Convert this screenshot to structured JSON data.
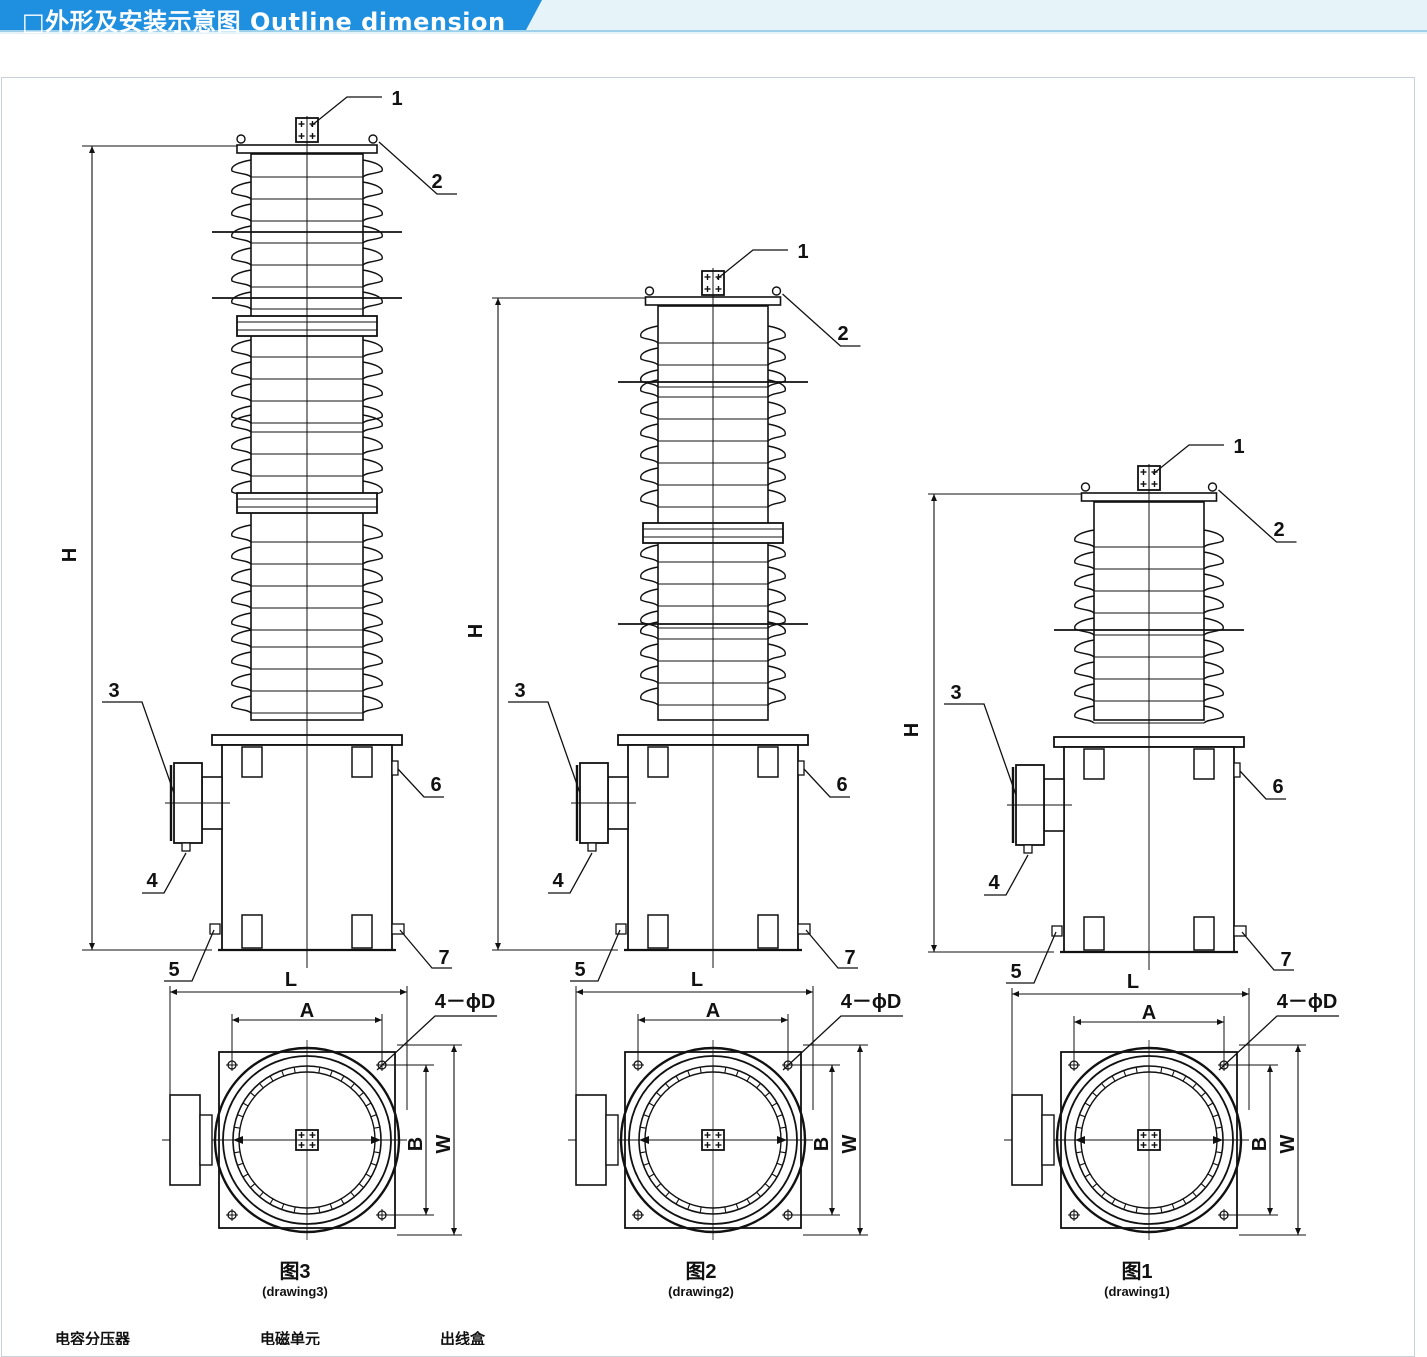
{
  "header": {
    "title": "□外形及安装示意图 Outline dimension",
    "accent_color": "#1f8fe0",
    "light_color": "#e6f3f9"
  },
  "drawings": [
    {
      "id": "drawing3",
      "caption": "图3",
      "subcaption": "(drawing3)",
      "callouts": [
        "1",
        "2",
        "3",
        "4",
        "5",
        "6",
        "7"
      ],
      "dimensions": {
        "height": "H",
        "length": "L",
        "a": "A",
        "b": "B",
        "width": "W",
        "holes": "4－ϕD"
      }
    },
    {
      "id": "drawing2",
      "caption": "图2",
      "subcaption": "(drawing2)",
      "callouts": [
        "1",
        "2",
        "3",
        "4",
        "5",
        "6",
        "7"
      ],
      "dimensions": {
        "height": "H",
        "length": "L",
        "a": "A",
        "b": "B",
        "width": "W",
        "holes": "4－ϕD"
      }
    },
    {
      "id": "drawing1",
      "caption": "图1",
      "subcaption": "(drawing1)",
      "callouts": [
        "1",
        "2",
        "3",
        "4",
        "5",
        "6",
        "7"
      ],
      "dimensions": {
        "height": "H",
        "length": "L",
        "a": "A",
        "b": "B",
        "width": "W",
        "holes": "4－ϕD"
      }
    }
  ],
  "legend": [
    "电容分压器",
    "电磁单元",
    "出线盒"
  ]
}
